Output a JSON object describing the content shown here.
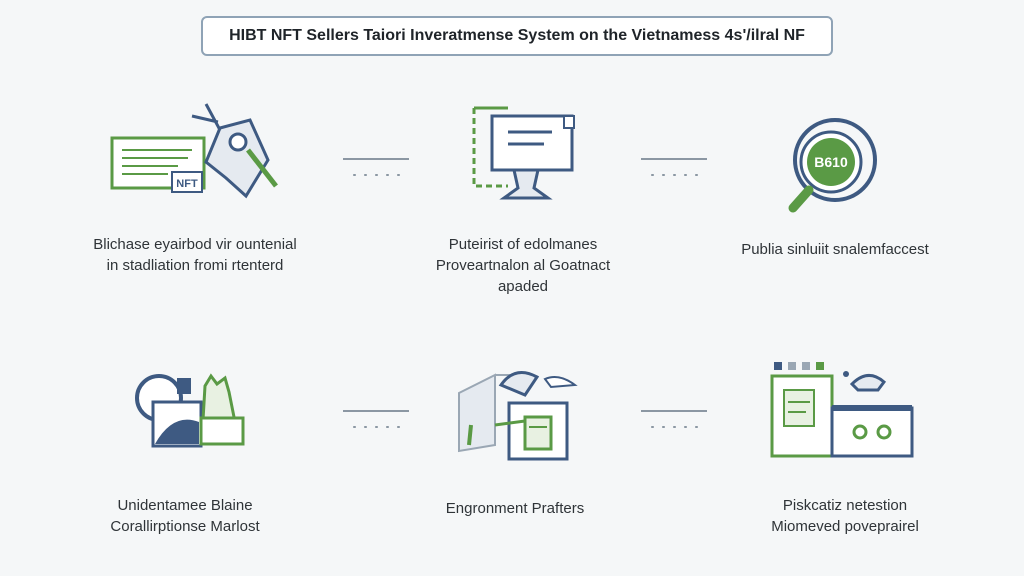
{
  "title": "HIBT NFT Sellers Taiori Inveratmense System on the Vietnamess 4s'/ilral NF",
  "steps": [
    {
      "icon": "nft-certificate-key-icon",
      "icon_label": "NFT",
      "lines": [
        "Blichase eyairbod vir ountenial",
        "in stadliation fromi rtenterd"
      ]
    },
    {
      "icon": "monitor-icon",
      "lines": [
        "Puteirist of edolmanes",
        "Proveartnalon al Goatnact",
        "apaded"
      ]
    },
    {
      "icon": "search-badge-icon",
      "icon_label": "B610",
      "lines": [
        "Publia sinluiit snalemfaccest"
      ]
    },
    {
      "icon": "buildings-icon",
      "lines": [
        "Unidentamee Blaine",
        "Corallirptionse Marlost"
      ]
    },
    {
      "icon": "document-tray-icon",
      "lines": [
        "Engronment Prafters"
      ]
    },
    {
      "icon": "workstation-icon",
      "lines": [
        "Piskcatiz netestion",
        "Miomeved poveprairel"
      ]
    }
  ],
  "colors": {
    "accent_green": "#5a9a45",
    "accent_blue": "#3e5a82",
    "line": "#8b97a3"
  }
}
